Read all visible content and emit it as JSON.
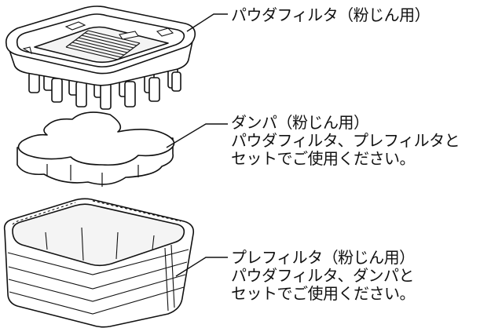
{
  "labels": {
    "powder_filter": {
      "title": "パウダフィルタ（粉じん用）"
    },
    "damper": {
      "title": "ダンパ（粉じん用）",
      "line2": "パウダフィルタ、プレフィルタと",
      "line3": "セットでご使用ください。"
    },
    "pre_filter": {
      "title": "プレフィルタ（粉じん用）",
      "line2": "パウダフィルタ、ダンパと",
      "line3": "セットでご使用ください。"
    }
  },
  "colors": {
    "line": "#111111",
    "fill": "#ffffff",
    "shade": "#d9d9d9"
  }
}
